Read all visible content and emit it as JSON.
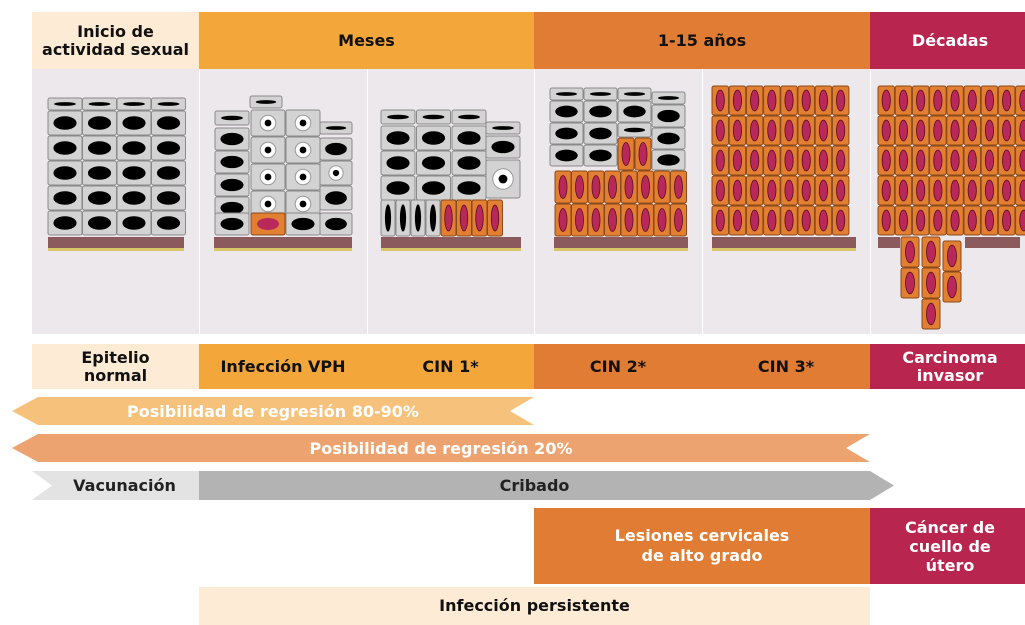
{
  "colors": {
    "cream": "#fdebd6",
    "light_orange": "#f3a63a",
    "dark_orange": "#e07c33",
    "crimson": "#b8254f",
    "panel_bg": "#ece8ec",
    "arrow_light": "#f6c17a",
    "arrow_mid": "#eca370",
    "arrow_gray_light": "#e3e3e3",
    "arrow_gray": "#b3b3b3",
    "cell_gray": "#d3d3d3",
    "cell_orange": "#e27f33",
    "nucleus_red": "#b9285a",
    "basement": "#8b5a5c",
    "basement_line": "#d9c56a"
  },
  "header": {
    "inicio": "Inicio de actividad sexual",
    "meses": "Meses",
    "anos": "1-15 años",
    "decadas": "Décadas"
  },
  "stages": {
    "normal": "Epitelio normal",
    "vph": "Infección VPH",
    "cin1": "CIN 1*",
    "cin2": "CIN 2*",
    "cin3": "CIN 3*",
    "carcinoma": "Carcinoma invasor"
  },
  "arrows": {
    "regresion_80": "Posibilidad de regresión 80-90%",
    "regresion_20": "Posibilidad de regresión 20%",
    "vacunacion": "Vacunación",
    "cribado": "Cribado"
  },
  "boxes": {
    "lesiones": "Lesiones cervicales de alto grado",
    "cancer": "Cáncer de cuello de útero",
    "persistente": "Infección persistente"
  }
}
